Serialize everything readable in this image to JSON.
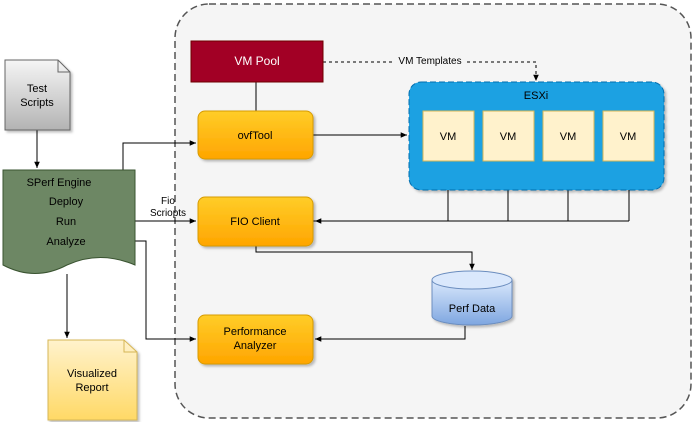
{
  "nodes": {
    "test_scripts": "Test\nScripts",
    "sperf_engine": {
      "title": "SPerf Engine",
      "items": [
        "Deploy",
        "Run",
        "Analyze"
      ]
    },
    "visualized_report": "Visualized\nReport",
    "vm_pool": "VM Pool",
    "ovftool": "ovfTool",
    "fio_client": "FIO Client",
    "performance_analyzer": "Performance\nAnalyzer",
    "esxi": {
      "title": "ESXi",
      "vms": [
        "VM",
        "VM",
        "VM",
        "VM"
      ]
    },
    "perf_data": "Perf Data"
  },
  "edges": {
    "vm_templates": "VM Templates",
    "fio_scripts": "Fio\nScriopts"
  },
  "colors": {
    "vm_pool_fill": "#a20025",
    "orange_fill_top": "#ffcd28",
    "orange_fill_bottom": "#ffa500",
    "esxi_fill": "#1ba1e2",
    "vm_fill": "#fff2cc",
    "engine_fill": "#6d8764",
    "report_fill": "#fff2cc",
    "perf_data_fill": "#dae8fc"
  }
}
